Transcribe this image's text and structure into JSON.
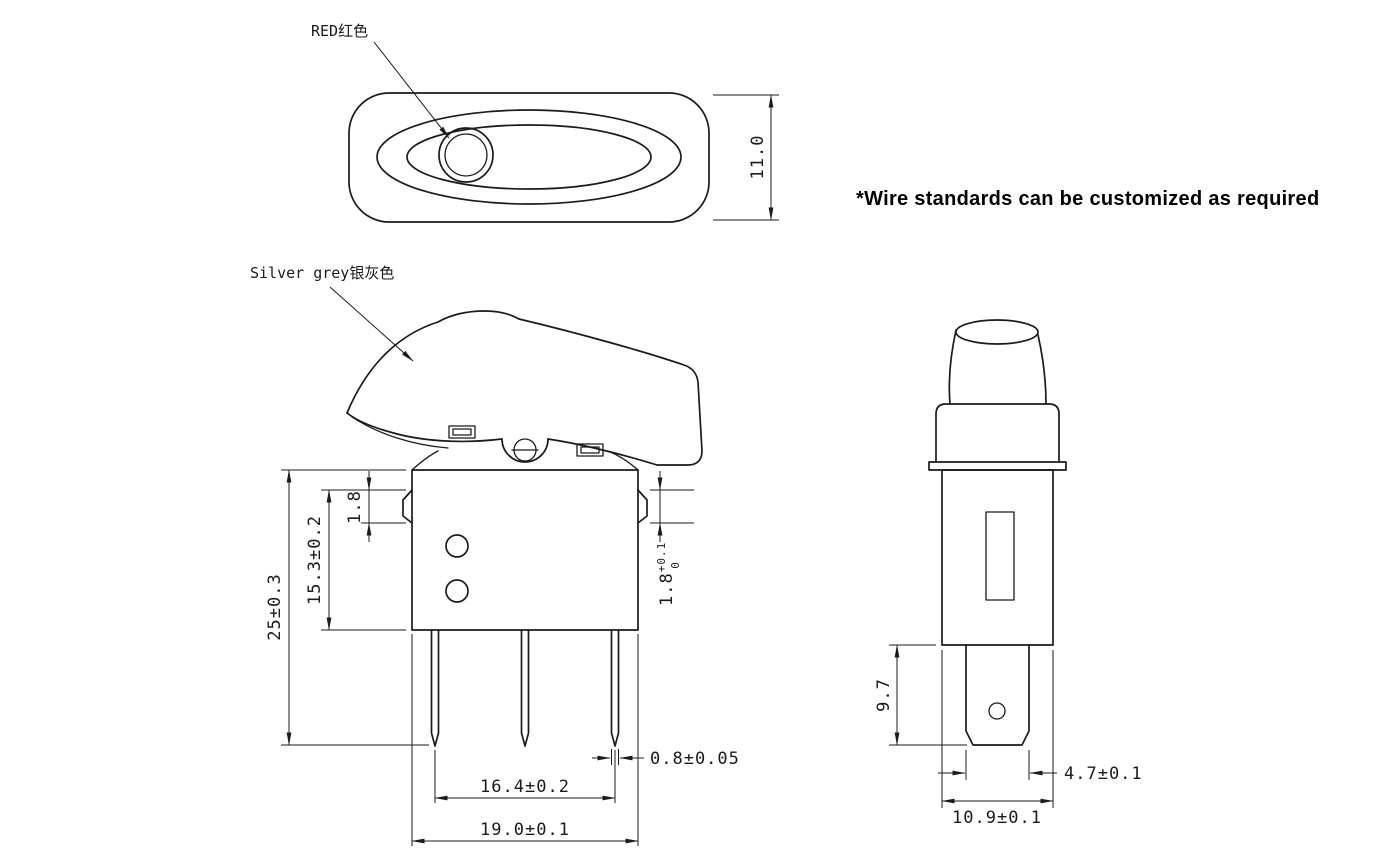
{
  "note": "*Wire standards can be customized as required",
  "callouts": {
    "lens_color": "RED红色",
    "actuator_color": "Silver grey银灰色"
  },
  "colors": {
    "line": "#1b1b1b",
    "background": "#ffffff"
  },
  "dimensions": {
    "top_view_height": "11.0",
    "overall_height": "25±0.3",
    "body_height": "15.3±0.2",
    "step_height": "1.8",
    "flange_value": "1.8",
    "flange_tol_upper": "+0.1",
    "flange_tol_lower": "0",
    "terminal_thickness": "0.8±0.05",
    "terminal_pitch": "16.4±0.2",
    "body_width": "19.0±0.1",
    "terminal_length": "9.7",
    "terminal_width": "4.7±0.1",
    "body_depth": "10.9±0.1"
  }
}
